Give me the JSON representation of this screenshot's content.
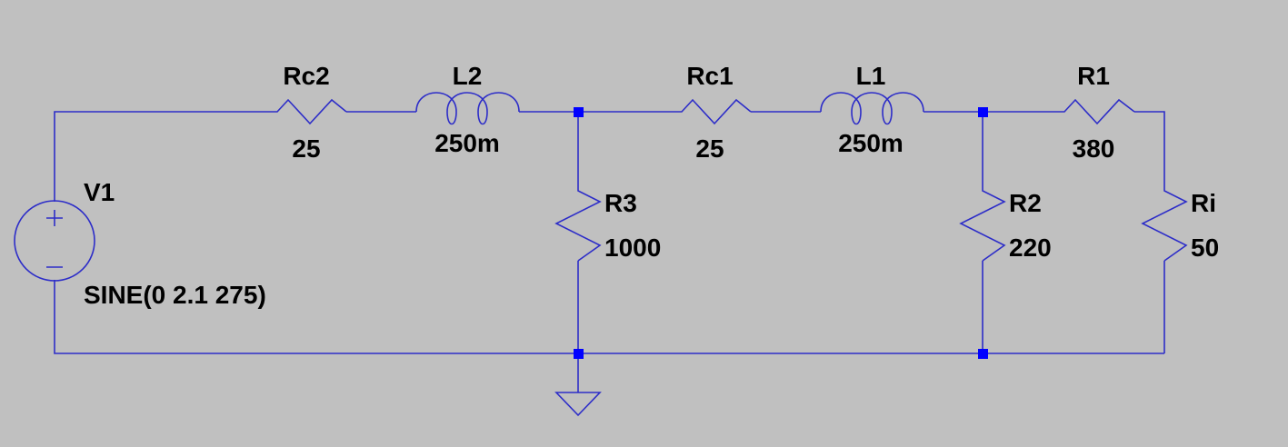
{
  "components": {
    "rc2": {
      "name": "Rc2",
      "value": "25"
    },
    "l2": {
      "name": "L2",
      "value": "250m"
    },
    "rc1": {
      "name": "Rc1",
      "value": "25"
    },
    "l1": {
      "name": "L1",
      "value": "250m"
    },
    "r1": {
      "name": "R1",
      "value": "380"
    },
    "r3": {
      "name": "R3",
      "value": "1000"
    },
    "r2": {
      "name": "R2",
      "value": "220"
    },
    "ri": {
      "name": "Ri",
      "value": "50"
    },
    "v1": {
      "name": "V1",
      "value": "SINE(0 2.1 275)"
    }
  },
  "colors": {
    "background": "#c0c0c0",
    "wire": "#2d2dc8",
    "junction": "#0000ff",
    "text": "#000000"
  }
}
